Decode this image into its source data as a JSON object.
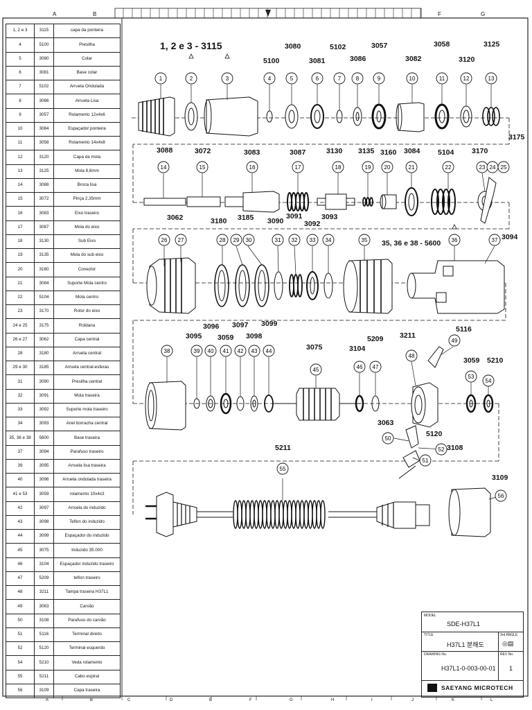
{
  "frame": {
    "top_columns": [
      "A",
      "B",
      "F",
      "G"
    ],
    "bottom_columns": [
      "A",
      "B",
      "C",
      "D",
      "E",
      "F",
      "G",
      "H",
      "I",
      "J",
      "K",
      "L"
    ]
  },
  "parts": [
    {
      "num": "1, 2 e 3",
      "code": "3115",
      "name": "capa da ponteira"
    },
    {
      "num": "4",
      "code": "5100",
      "name": "Presilha"
    },
    {
      "num": "5",
      "code": "3080",
      "name": "Colar"
    },
    {
      "num": "6",
      "code": "3081",
      "name": "Base colar"
    },
    {
      "num": "7",
      "code": "5102",
      "name": "Arruela Ondulada"
    },
    {
      "num": "8",
      "code": "3086",
      "name": "Arruela Lisa"
    },
    {
      "num": "9",
      "code": "3057",
      "name": "Rolamento 12x4x6"
    },
    {
      "num": "10",
      "code": "3084",
      "name": "Espaçador ponteira"
    },
    {
      "num": "11",
      "code": "3058",
      "name": "Rolamento 14x4x8"
    },
    {
      "num": "12",
      "code": "3120",
      "name": "Capa da mola"
    },
    {
      "num": "13",
      "code": "3125",
      "name": "Mola 8,6mm"
    },
    {
      "num": "14",
      "code": "3088",
      "name": "Broca lisa"
    },
    {
      "num": "15",
      "code": "3072",
      "name": "Pinça 2,35mm"
    },
    {
      "num": "16",
      "code": "3083",
      "name": "Eixo traseiro"
    },
    {
      "num": "17",
      "code": "3087",
      "name": "Mola do eixo"
    },
    {
      "num": "18",
      "code": "3130",
      "name": "Sub Eixo"
    },
    {
      "num": "19",
      "code": "3135",
      "name": "Mola do sub eixo"
    },
    {
      "num": "20",
      "code": "3160",
      "name": "Conector"
    },
    {
      "num": "21",
      "code": "3084",
      "name": "Suporte Mola centro"
    },
    {
      "num": "22",
      "code": "5104",
      "name": "Mola centro"
    },
    {
      "num": "23",
      "code": "3170",
      "name": "Rotor do eixo"
    },
    {
      "num": "24 e 25",
      "code": "3175",
      "name": "Roldana"
    },
    {
      "num": "26 e 27",
      "code": "3062",
      "name": "Capa central"
    },
    {
      "num": "28",
      "code": "3180",
      "name": "Arruela central"
    },
    {
      "num": "29 e 30",
      "code": "3185",
      "name": "Arruela central-esferas"
    },
    {
      "num": "31",
      "code": "3090",
      "name": "Presilha central"
    },
    {
      "num": "32",
      "code": "3091",
      "name": "Mola traseira"
    },
    {
      "num": "33",
      "code": "3092",
      "name": "Suporte mola traseiro"
    },
    {
      "num": "34",
      "code": "3093",
      "name": "Anel borracha central"
    },
    {
      "num": "35, 36 e 38",
      "code": "5600",
      "name": "Base traseira"
    },
    {
      "num": "37",
      "code": "3094",
      "name": "Parafuso traseiro"
    },
    {
      "num": "39",
      "code": "3095",
      "name": "Arruela lisa traseira"
    },
    {
      "num": "40",
      "code": "3096",
      "name": "Arruela ondulada traseira"
    },
    {
      "num": "41 e 53",
      "code": "3059",
      "name": "rolamento 10x4x3"
    },
    {
      "num": "42",
      "code": "3097",
      "name": "Arruela do induzido"
    },
    {
      "num": "43",
      "code": "3098",
      "name": "Teflon do induzido"
    },
    {
      "num": "44",
      "code": "3099",
      "name": "Espaçador do induzido"
    },
    {
      "num": "45",
      "code": "3075",
      "name": "Induzido 35.000"
    },
    {
      "num": "46",
      "code": "3104",
      "name": "Espaçador induzido traseiro"
    },
    {
      "num": "47",
      "code": "5209",
      "name": "teflon traseiro"
    },
    {
      "num": "48",
      "code": "3211",
      "name": "Tampa traseira H37L1"
    },
    {
      "num": "49",
      "code": "3063",
      "name": "Carvão"
    },
    {
      "num": "50",
      "code": "3108",
      "name": "Parafuso do carvão"
    },
    {
      "num": "51",
      "code": "5116",
      "name": "Terminal direito"
    },
    {
      "num": "52",
      "code": "5120",
      "name": "Terminal esquerdo"
    },
    {
      "num": "54",
      "code": "5210",
      "name": "Veda rolamento"
    },
    {
      "num": "55",
      "code": "5211",
      "name": "Cabo espiral"
    },
    {
      "num": "56",
      "code": "3109",
      "name": "Capa traseira"
    }
  ],
  "diagram": {
    "row1_title": "1, 2 e 3 - 3115",
    "row1_codes": [
      "5100",
      "3080",
      "3081",
      "5102",
      "3086",
      "3057",
      "3082",
      "3058",
      "3120",
      "3125"
    ],
    "row1_numbers": [
      "1",
      "2",
      "3",
      "4",
      "5",
      "6",
      "7",
      "8",
      "9",
      "10",
      "11",
      "12",
      "13"
    ],
    "side_code": "3175",
    "row2_codes": [
      "3088",
      "3072",
      "3083",
      "3087",
      "3130",
      "3135",
      "3160",
      "3084",
      "5104",
      "3170"
    ],
    "row2_extra": [
      "3091",
      "3093"
    ],
    "row2_numbers": [
      "14",
      "15",
      "16",
      "17",
      "18",
      "19",
      "20",
      "21",
      "22",
      "23",
      "24",
      "25"
    ],
    "row3_codes": [
      "3062",
      "3180",
      "3185",
      "3090",
      "3092"
    ],
    "row3_title": "35, 36 e 38 - 5600",
    "row3_side": "3094",
    "row3_numbers": [
      "26",
      "27",
      "28",
      "29",
      "30",
      "31",
      "32",
      "33",
      "34",
      "35",
      "36",
      "37"
    ],
    "row4_codes": [
      "3095",
      "3096",
      "3097",
      "3059",
      "3098",
      "3099",
      "3075",
      "3104",
      "5209",
      "3211",
      "5116",
      "3059",
      "5210"
    ],
    "row4_extra": [
      "3063",
      "5120",
      "3108"
    ],
    "row4_numbers": [
      "38",
      "39",
      "40",
      "41",
      "42",
      "43",
      "44",
      "45",
      "46",
      "47",
      "48",
      "49",
      "50",
      "51",
      "52",
      "53",
      "54"
    ],
    "row5_code": "5211",
    "row5_side": "3109",
    "row5_numbers": [
      "55",
      "56"
    ]
  },
  "title_block": {
    "model_caption": "MODEL",
    "model": "SDE-H37L1",
    "title_caption": "TITLE",
    "title": "H37L1 분해도",
    "proj_caption": "3rd ANGLE",
    "drawing_caption": "DRAWING No.",
    "drawing_no": "H37L1-0-003-00-01",
    "rev_caption": "REV No.",
    "rev": "1",
    "company": "SAEYANG MICROTECH"
  }
}
